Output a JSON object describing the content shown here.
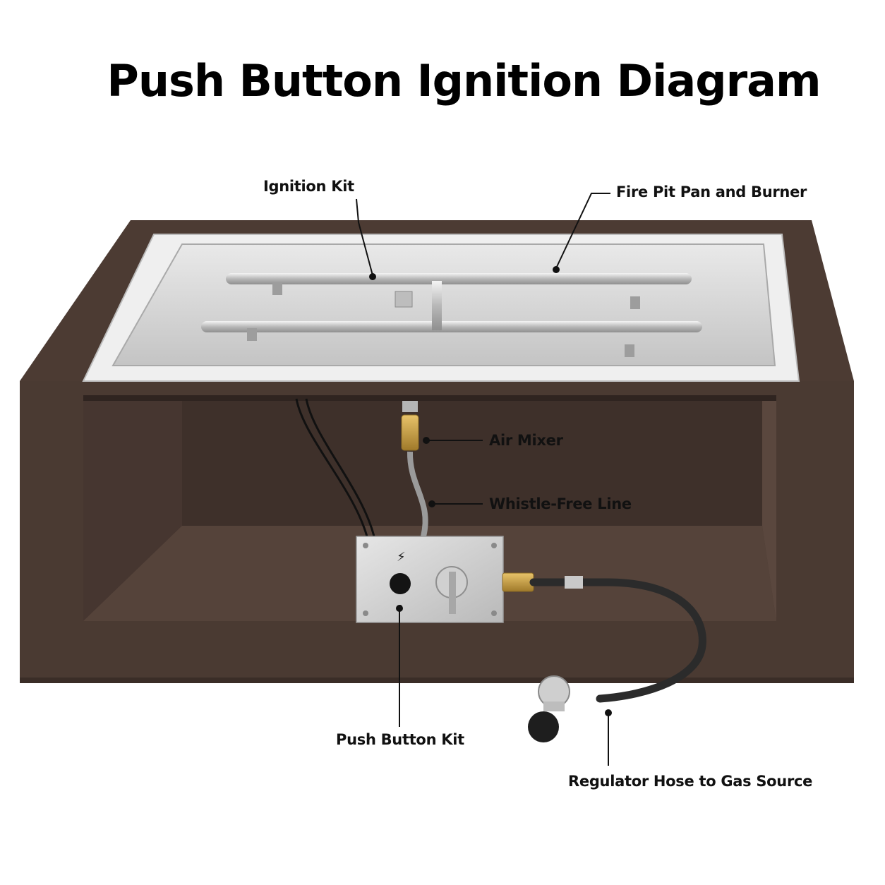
{
  "title": "Push Button Ignition Diagram",
  "callouts": {
    "ignition_kit": "Ignition Kit",
    "fire_pit_pan_and_burner": "Fire Pit Pan and Burner",
    "air_mixer": "Air Mixer",
    "whistle_free_line": "Whistle-Free Line",
    "push_button_kit": "Push Button Kit",
    "regulator_hose": "Regulator Hose to Gas Source"
  },
  "colors": {
    "enclosure": "#4a3a32",
    "enclosure_dark": "#3a2d27",
    "steel": "#d4d4d4",
    "brass": "#c9a24a",
    "hose": "#2b2b2b",
    "text": "#111111"
  }
}
